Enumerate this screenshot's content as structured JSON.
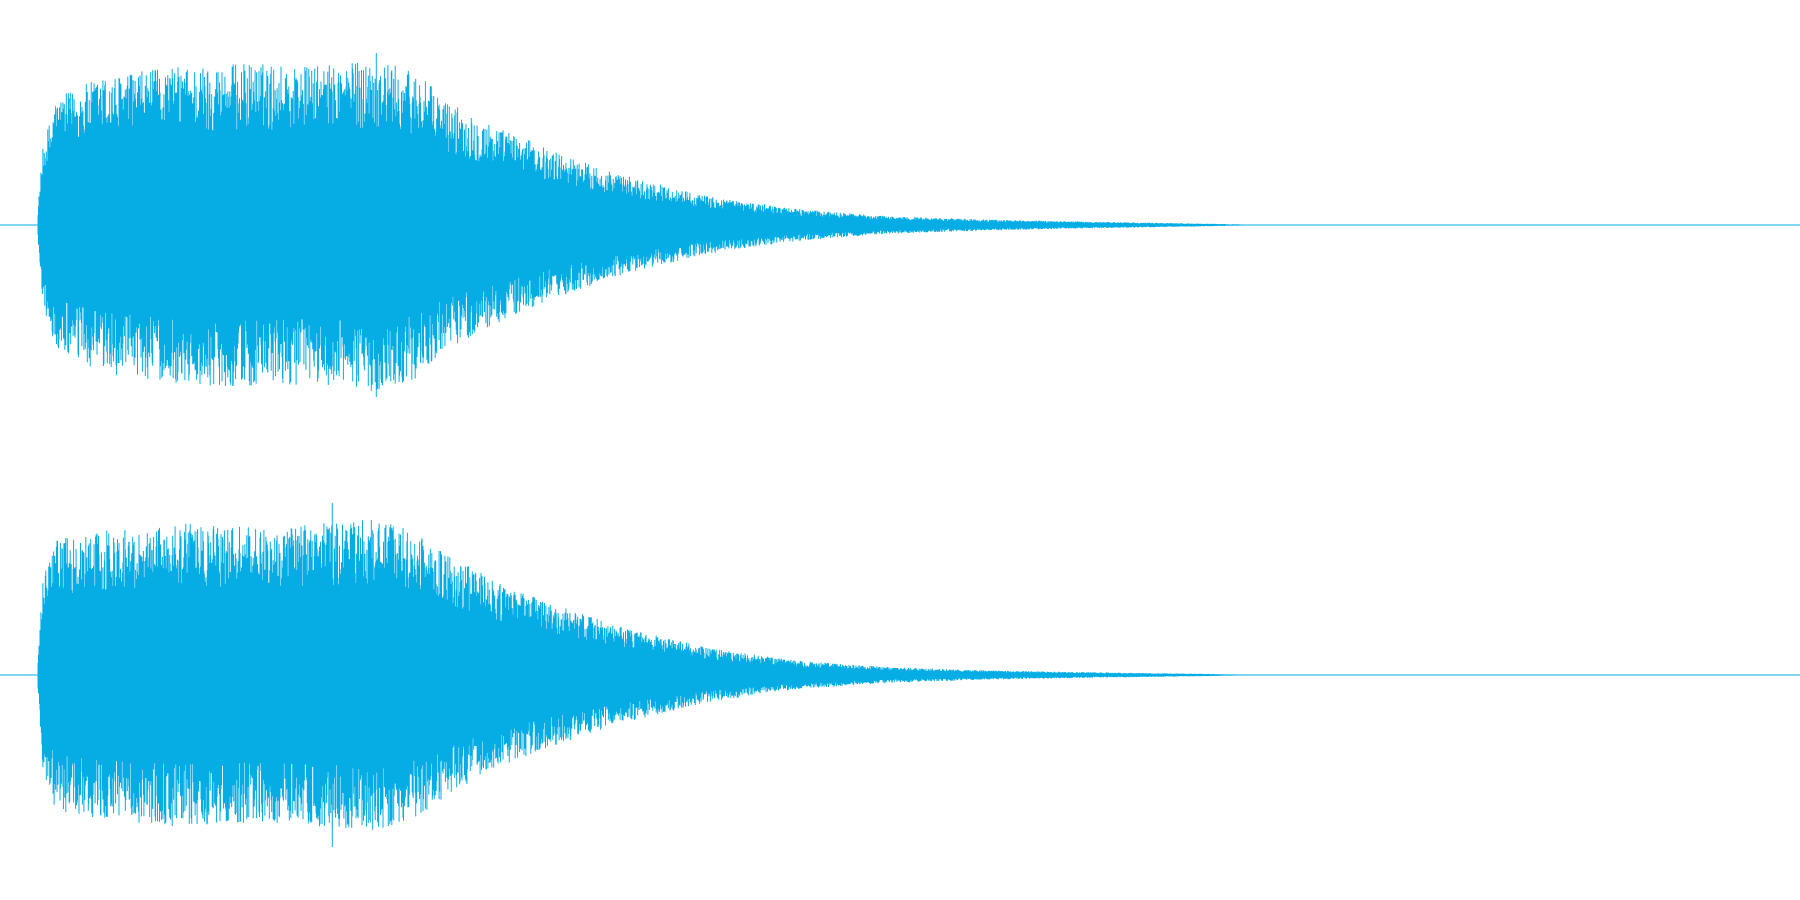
{
  "colors": {
    "background": "#ffffff",
    "waveform": "#05ade4",
    "centerline": "#05ade4"
  },
  "channels": [
    {
      "id": "channel-1",
      "envelope": [
        [
          0.0,
          0.1
        ],
        [
          0.003,
          0.45
        ],
        [
          0.01,
          0.7
        ],
        [
          0.035,
          0.82
        ],
        [
          0.08,
          0.88
        ],
        [
          0.12,
          0.9
        ],
        [
          0.16,
          0.88
        ],
        [
          0.19,
          0.92
        ],
        [
          0.215,
          0.85
        ],
        [
          0.23,
          0.7
        ],
        [
          0.26,
          0.55
        ],
        [
          0.29,
          0.42
        ],
        [
          0.33,
          0.28
        ],
        [
          0.38,
          0.16
        ],
        [
          0.43,
          0.09
        ],
        [
          0.48,
          0.05
        ],
        [
          0.54,
          0.03
        ],
        [
          0.6,
          0.018
        ],
        [
          0.66,
          0.008
        ],
        [
          0.7,
          0.0
        ],
        [
          1.0,
          0.0
        ]
      ],
      "peak_time": 0.192,
      "peak_amp": 1.0
    },
    {
      "id": "channel-2",
      "envelope": [
        [
          0.0,
          0.1
        ],
        [
          0.003,
          0.55
        ],
        [
          0.01,
          0.75
        ],
        [
          0.035,
          0.8
        ],
        [
          0.08,
          0.84
        ],
        [
          0.12,
          0.82
        ],
        [
          0.16,
          0.84
        ],
        [
          0.19,
          0.86
        ],
        [
          0.215,
          0.8
        ],
        [
          0.23,
          0.68
        ],
        [
          0.26,
          0.52
        ],
        [
          0.29,
          0.4
        ],
        [
          0.33,
          0.27
        ],
        [
          0.38,
          0.15
        ],
        [
          0.43,
          0.08
        ],
        [
          0.48,
          0.045
        ],
        [
          0.54,
          0.025
        ],
        [
          0.6,
          0.015
        ],
        [
          0.66,
          0.007
        ],
        [
          0.7,
          0.0
        ],
        [
          1.0,
          0.0
        ]
      ],
      "peak_time": 0.167,
      "peak_amp": 1.0
    }
  ]
}
